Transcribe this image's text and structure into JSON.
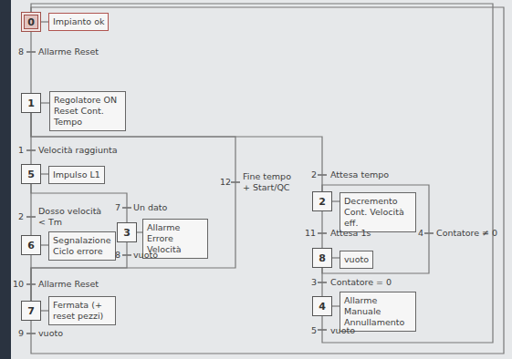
{
  "diagram": {
    "nodes": [
      {
        "text": [
          "0"
        ]
      },
      {
        "text": [
          "Impianto ok"
        ]
      },
      {
        "text": [
          "1"
        ]
      },
      {
        "text": [
          "Regolatore ON Reset Cont. Tempo"
        ]
      },
      {
        "text": [
          "5"
        ]
      },
      {
        "text": [
          "Impulso L1"
        ]
      },
      {
        "text": [
          "2"
        ]
      },
      {
        "text": [
          "Decremento Cont. Velocità eff."
        ]
      },
      {
        "text": [
          "6"
        ]
      },
      {
        "text": [
          "Segnalazione Ciclo errore"
        ]
      },
      {
        "text": [
          "3"
        ]
      },
      {
        "text": [
          "Allarme Errore Velocità"
        ]
      },
      {
        "text": [
          "8"
        ]
      },
      {
        "text": [
          "vuoto"
        ]
      },
      {
        "text": [
          "4"
        ]
      },
      {
        "text": [
          "Allarme Manuale Annullamento"
        ]
      },
      {
        "text": [
          "7"
        ]
      },
      {
        "text": [
          "Fermata (+ reset pezzi)"
        ]
      }
    ],
    "edges": [
      {
        "from": 0,
        "to": 1,
        "arrow": "none"
      },
      {
        "from": 2,
        "to": 3,
        "arrow": "none"
      },
      {
        "from": 4,
        "to": 5,
        "arrow": "none"
      },
      {
        "from": 6,
        "to": 7,
        "arrow": "none"
      },
      {
        "from": 8,
        "to": 9,
        "arrow": "none"
      },
      {
        "from": 10,
        "to": 11,
        "arrow": "none"
      },
      {
        "from": 12,
        "to": 13,
        "arrow": "none"
      },
      {
        "from": 14,
        "to": 15,
        "arrow": "none"
      },
      {
        "from": 16,
        "to": 17,
        "arrow": "none"
      },
      {
        "from": 0,
        "to": 2,
        "arrow": "none"
      },
      {
        "from": 2,
        "to": 4,
        "arrow": "none"
      },
      {
        "from": 4,
        "to": 8,
        "arrow": "none"
      },
      {
        "from": 4,
        "to": 10,
        "arrow": "none"
      },
      {
        "from": 8,
        "to": 16,
        "arrow": "none"
      },
      {
        "from": 10,
        "to": 16,
        "arrow": "none"
      },
      {
        "from": 16,
        "to": 0,
        "arrow": "none"
      },
      {
        "from": 2,
        "to": 6,
        "arrow": "none"
      },
      {
        "from": 2,
        "to": 16,
        "arrow": "none"
      },
      {
        "from": 6,
        "to": 12,
        "arrow": "none"
      },
      {
        "from": 12,
        "to": 14,
        "arrow": "none"
      },
      {
        "from": 12,
        "to": 6,
        "arrow": "none"
      },
      {
        "from": 14,
        "to": 0,
        "arrow": "none"
      }
    ],
    "labels": [
      "8",
      "Allarme Reset",
      "1",
      "Velocità raggiunta",
      "2",
      "Dosso velocità < Tm",
      "7",
      "Un dato",
      "8",
      "vuoto",
      "10",
      "Allarme Reset",
      "9",
      "vuoto",
      "12",
      "Fine tempo + Start/QC",
      "2",
      "Attesa tempo",
      "11",
      "Attesa 1s",
      "3",
      "Contatore = 0",
      "4",
      "Contatore ≠ 0",
      "5",
      "vuoto"
    ]
  }
}
